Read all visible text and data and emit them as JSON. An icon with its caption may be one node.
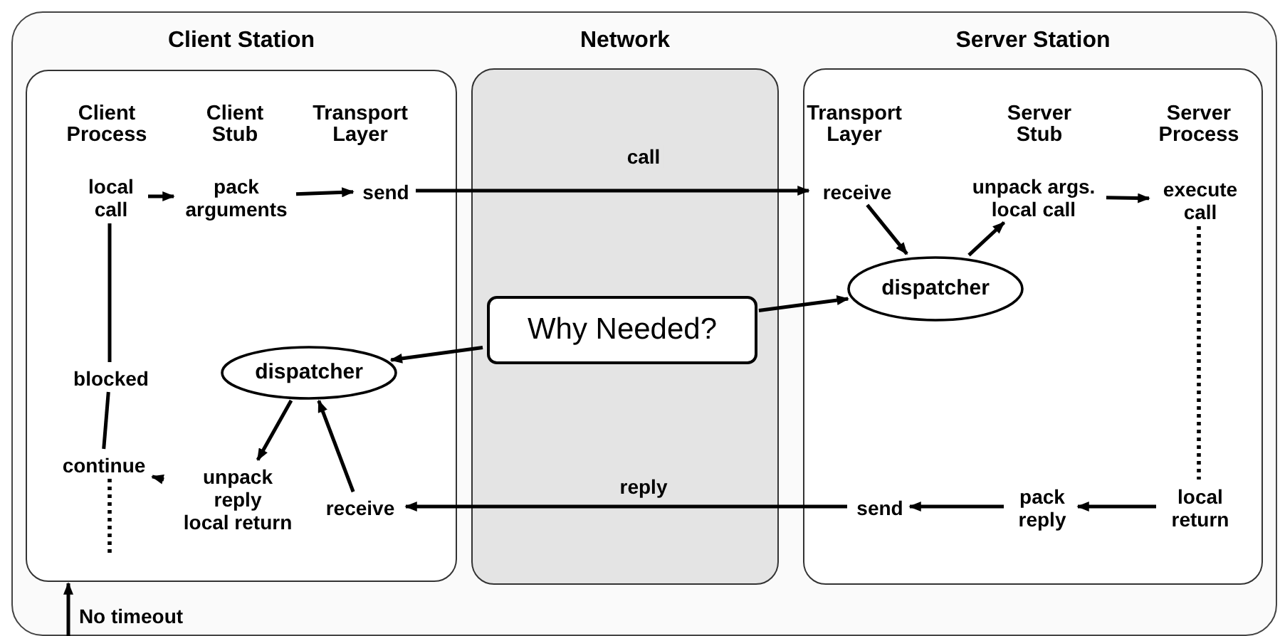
{
  "diagram": {
    "nodes": [
      {
        "text": [],
        "shape": "box"
      },
      {
        "text": [
          "Client Station"
        ],
        "in": 0
      },
      {
        "text": [
          "Network"
        ],
        "in": 0
      },
      {
        "text": [
          "Server Station"
        ],
        "in": 0
      },
      {
        "text": [
          "local call"
        ],
        "in": 1
      },
      {
        "text": [
          "pack arguments"
        ],
        "in": 1
      },
      {
        "text": [
          "send"
        ],
        "in": 1
      },
      {
        "text": [
          "blocked"
        ],
        "in": 1
      },
      {
        "text": [
          "dispatcher"
        ],
        "in": 1
      },
      {
        "text": [
          "continue"
        ],
        "in": 1
      },
      {
        "text": [
          "unpack reply",
          "local return"
        ],
        "in": 1
      },
      {
        "text": [
          "receive"
        ],
        "in": 1
      },
      {
        "text": [
          "Why Needed?"
        ],
        "in": 2
      },
      {
        "text": [
          "receive"
        ],
        "in": 3
      },
      {
        "text": [
          "unpack args.",
          "local call"
        ],
        "in": 3
      },
      {
        "text": [
          "execute call"
        ],
        "in": 3
      },
      {
        "text": [
          "dispatcher"
        ],
        "in": 3
      },
      {
        "text": [
          "send"
        ],
        "in": 3
      },
      {
        "text": [
          "pack reply"
        ],
        "in": 3
      },
      {
        "text": [
          "local return"
        ],
        "in": 3
      }
    ],
    "edges": [
      {
        "from": 4,
        "to": 5,
        "arrow": "to"
      },
      {
        "from": 5,
        "to": 6,
        "arrow": "to"
      },
      {
        "from": 6,
        "to": 13,
        "arrow": "to",
        "label": "call"
      },
      {
        "from": 13,
        "to": 16,
        "arrow": "to"
      },
      {
        "from": 16,
        "to": 14,
        "arrow": "to"
      },
      {
        "from": 14,
        "to": 15,
        "arrow": "to"
      },
      {
        "from": 15,
        "to": 19,
        "arrow": "none",
        "style": "dashed"
      },
      {
        "from": 19,
        "to": 18,
        "arrow": "to"
      },
      {
        "from": 18,
        "to": 17,
        "arrow": "to"
      },
      {
        "from": 17,
        "to": 11,
        "arrow": "to",
        "label": "reply"
      },
      {
        "from": 11,
        "to": 8,
        "arrow": "to"
      },
      {
        "from": 8,
        "to": 10,
        "arrow": "to"
      },
      {
        "from": 10,
        "to": 9,
        "arrow": "to"
      },
      {
        "from": 4,
        "to": 7,
        "arrow": "none"
      },
      {
        "from": 7,
        "to": 9,
        "arrow": "none"
      },
      {
        "from": 9,
        "to": null,
        "arrow": "none",
        "style": "dashed"
      },
      {
        "from": 12,
        "to": 8,
        "arrow": "to"
      },
      {
        "from": 12,
        "to": 16,
        "arrow": "to"
      },
      {
        "from": null,
        "to": 1,
        "arrow": "to",
        "label": "No timeout"
      }
    ],
    "labels": [
      "Client Process",
      "Client Stub",
      "Transport Layer",
      "Transport Layer",
      "Server Stub",
      "Server Process"
    ]
  }
}
